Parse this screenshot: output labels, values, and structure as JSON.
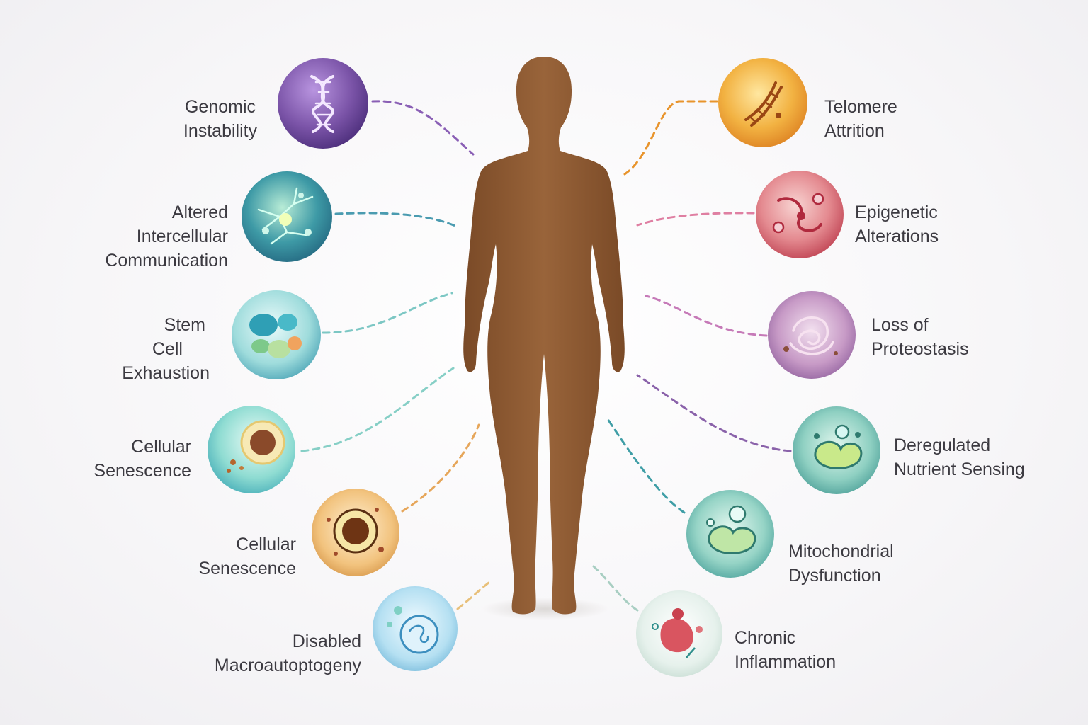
{
  "hallmarks": [
    {
      "id": "genomic-instability",
      "lines": [
        "Genomic",
        "Instability"
      ],
      "side": "left",
      "icon": "dna-helix-icon",
      "color": "#7b54a8"
    },
    {
      "id": "altered-intercellular-communication",
      "lines": [
        "Altered",
        "Intercellular",
        "Communication"
      ],
      "side": "left",
      "icon": "neuron-network-icon",
      "color": "#3e9aa6"
    },
    {
      "id": "stem-cell-exhaustion",
      "lines": [
        "Stem",
        "Cell",
        "Exhaustion"
      ],
      "side": "left",
      "icon": "stem-cells-icon",
      "color": "#55b6bd"
    },
    {
      "id": "cellular-senescence-1",
      "lines": [
        "Cellular",
        "Senescence"
      ],
      "side": "left",
      "icon": "senescent-cell-icon",
      "color": "#4fbcc0"
    },
    {
      "id": "cellular-senescence-2",
      "lines": [
        "Cellular",
        "Senescence"
      ],
      "side": "left",
      "icon": "senescent-cell-icon",
      "color": "#d99a45"
    },
    {
      "id": "disabled-macroautoptogeny",
      "lines": [
        "Disabled",
        "Macroautoptogeny"
      ],
      "side": "left",
      "icon": "autophagosome-icon",
      "color": "#5aa8d0"
    },
    {
      "id": "telomere-attrition",
      "lines": [
        "Telomere",
        "Attrition"
      ],
      "side": "right",
      "icon": "telomere-dna-icon",
      "color": "#e39227"
    },
    {
      "id": "epigenetic-alterations",
      "lines": [
        "Epigenetic",
        "Alterations"
      ],
      "side": "right",
      "icon": "chromatin-icon",
      "color": "#d04f60"
    },
    {
      "id": "loss-of-proteostasis",
      "lines": [
        "Loss of",
        "Proteostasis"
      ],
      "side": "right",
      "icon": "protein-aggregate-icon",
      "color": "#8e5a9e"
    },
    {
      "id": "deregulated-nutrient-sensing",
      "lines": [
        "Deregulated",
        "Nutrient Sensing"
      ],
      "side": "right",
      "icon": "nutrient-sensing-icon",
      "color": "#3d9e97"
    },
    {
      "id": "mitochondrial-dysfunction",
      "lines": [
        "Mitochondrial",
        "Dysfunction"
      ],
      "side": "right",
      "icon": "mitochondrion-icon",
      "color": "#389e9b"
    },
    {
      "id": "chronic-inflammation",
      "lines": [
        "Chronic",
        "Inflammation"
      ],
      "side": "right",
      "icon": "inflammation-cell-icon",
      "color": "#c6dcd3"
    }
  ],
  "figure": {
    "icon": "human-body-silhouette",
    "color": "#8d5a33"
  }
}
